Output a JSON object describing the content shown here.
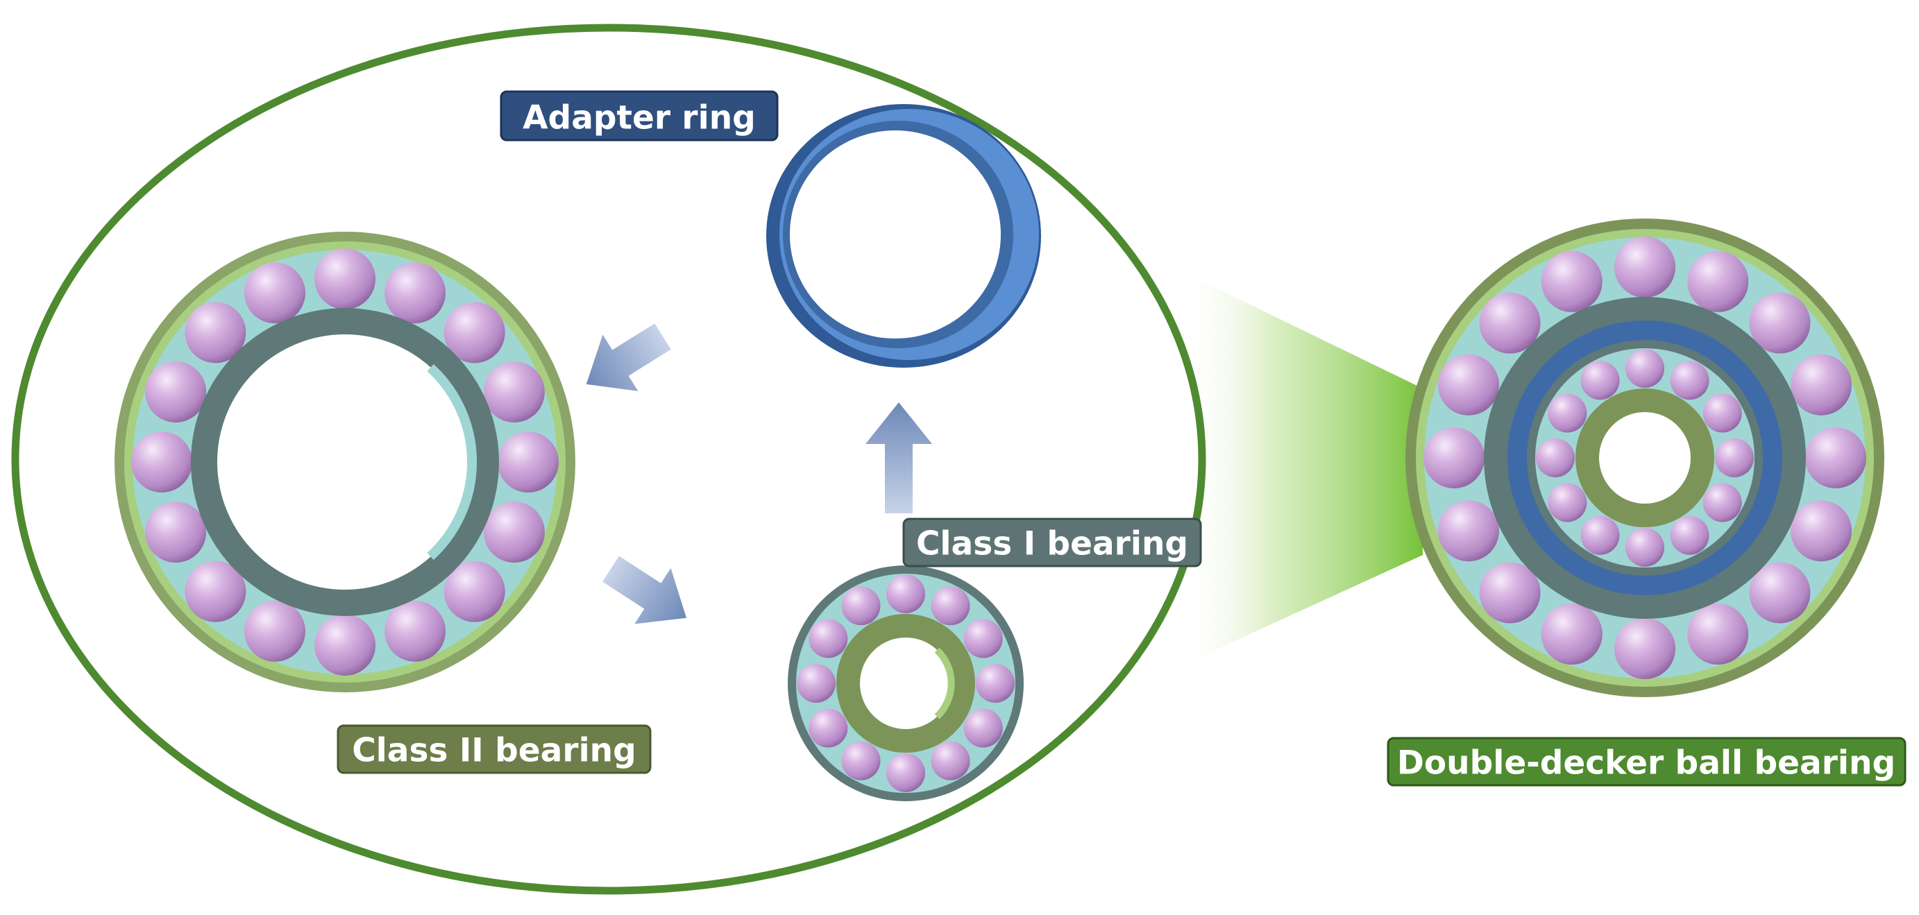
{
  "labels": {
    "adapter_ring": "Adapter ring",
    "class_one": "Class I bearing",
    "class_two": "Class II bearing",
    "double_decker": "Double-decker ball bearing"
  },
  "colors": {
    "ellipse_border": "#4e8a2f",
    "adapter_label_bg": "#2f4f7e",
    "class_one_label_bg": "#5e7474",
    "class_two_label_bg": "#6d7e4a",
    "double_decker_label_bg": "#4e8a2f",
    "ball": "#c69ad2",
    "outer_ring_green": "#7d9459",
    "inner_ring_teal": "#5e7978",
    "adapter_blue": "#3f6aa8",
    "arrow": "#8fa6cd"
  }
}
